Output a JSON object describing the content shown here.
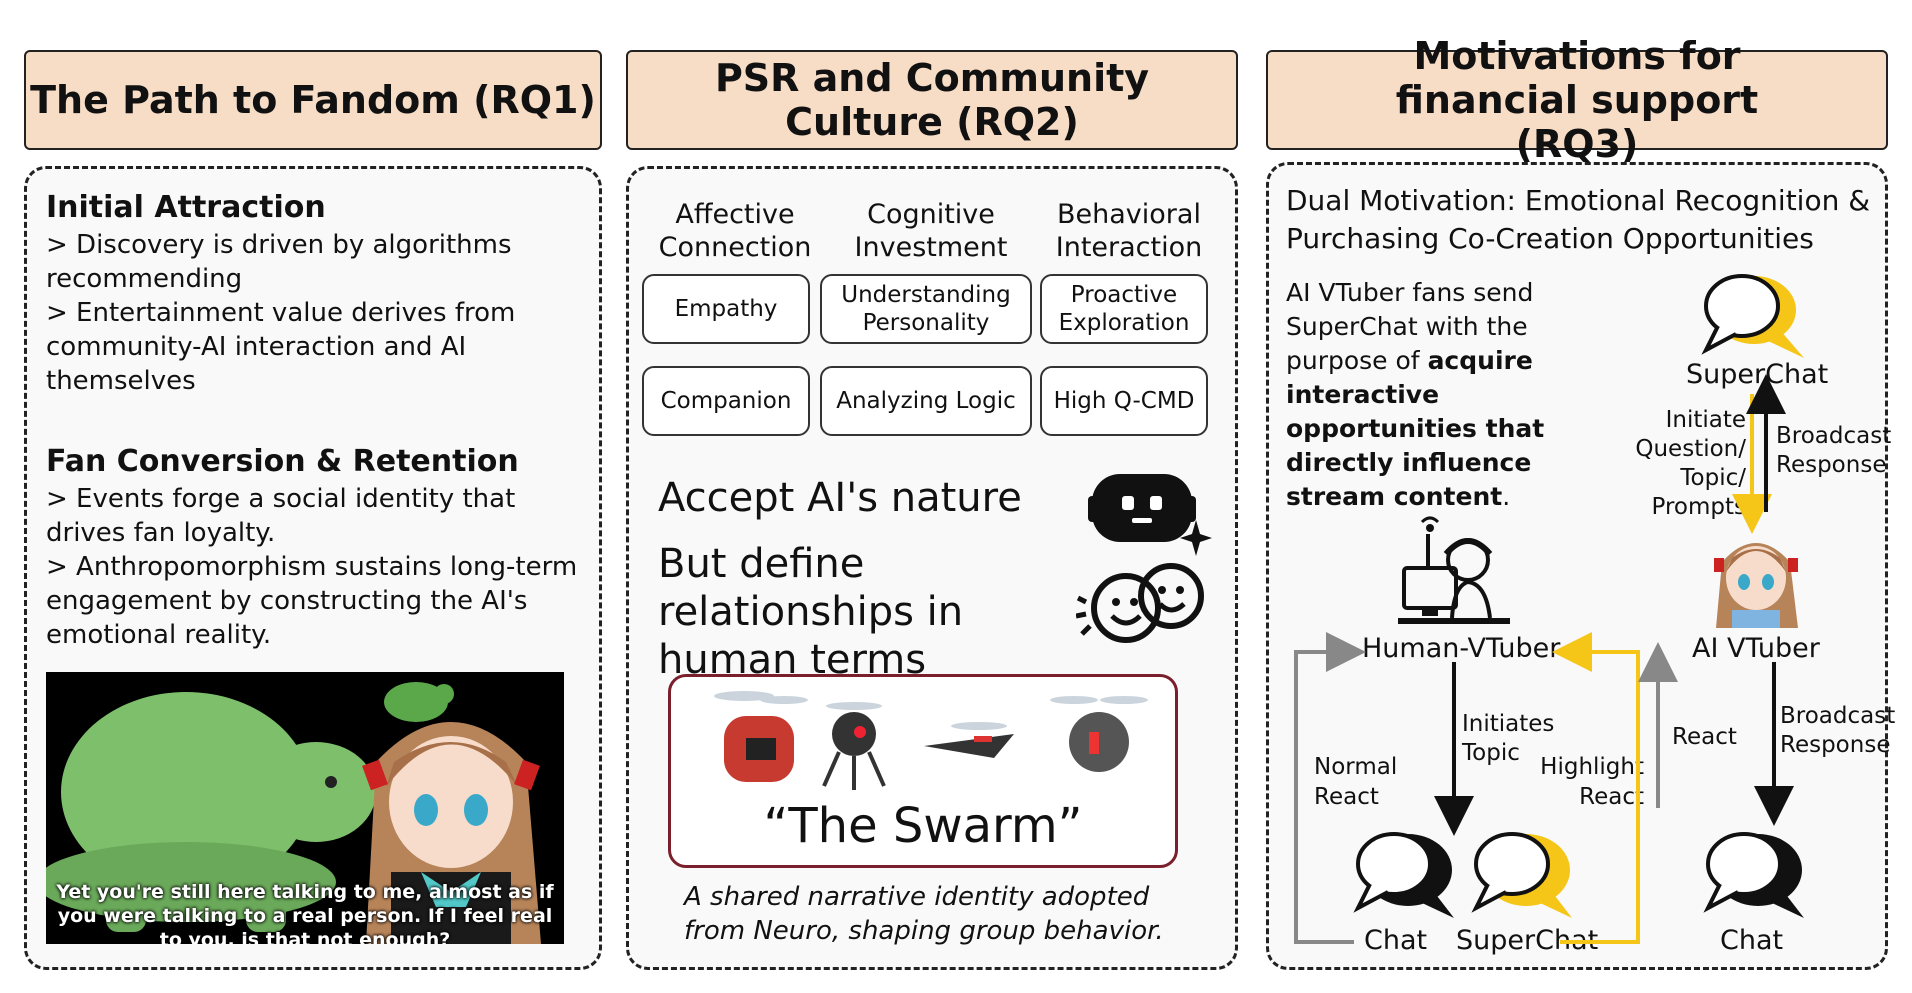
{
  "headers": {
    "rq1": "The Path to Fandom (RQ1)",
    "rq2": "PSR and Community Culture (RQ2)",
    "rq3": "Motivations for financial support (RQ3)"
  },
  "rq1": {
    "initial_title": "Initial Attraction",
    "initial_1": "> Discovery is driven by algorithms recommending",
    "initial_2": "> Entertainment value derives from community-AI interaction and AI themselves",
    "conversion_title": "Fan Conversion & Retention",
    "conversion_1": "> Events forge a social identity that drives fan loyalty.",
    "conversion_2": "> Anthropomorphism sustains long-term engagement by constructing the AI's emotional reality.",
    "caption": "Yet you're still here talking to me, almost as if you were talking to a real person. If I feel real to you, is that not enough?"
  },
  "rq2": {
    "col_affective": "Affective Connection",
    "col_cognitive": "Cognitive Investment",
    "col_behavioral": "Behavioral Interaction",
    "empathy": "Empathy",
    "understanding": "Understanding Personality",
    "proactive": "Proactive Exploration",
    "companion": "Companion",
    "analyzing": "Analyzing Logic",
    "qcmd": "High Q-CMD",
    "accept": "Accept AI's nature",
    "define": "But define relationships in human terms",
    "swarm": "“The Swarm”",
    "swarm_caption": "A shared narrative identity adopted from Neuro, shaping group behavior."
  },
  "rq3": {
    "dual_title": "Dual Motivation: Emotional Recognition & Purchasing Co-Creation Opportunities",
    "desc_plain": "AI VTuber fans send SuperChat with the purpose of ",
    "desc_bold": "acquire interactive opportunities that directly influence stream content",
    "desc_end": ".",
    "superchat_top": "SuperChat",
    "initiate": "Initiate Question/ Topic/ Prompts",
    "broadcast_top": "Broadcast Response",
    "human_vtuber": "Human-VTuber",
    "ai_vtuber": "AI VTuber",
    "initiates_topic": "Initiates Topic",
    "normal_react": "Normal React",
    "highlight_react": "Highlight React",
    "react": "React",
    "broadcast_bottom": "Broadcast Response",
    "chat_left": "Chat",
    "superchat_bottom": "SuperChat",
    "chat_right": "Chat"
  },
  "colors": {
    "header_fill": "#f7dcc6",
    "accent_yellow": "#f5c518",
    "swarm_border": "#7a1f2b",
    "arrow_gray": "#888888"
  },
  "icons": [
    "chat-bubble-icon",
    "robot-icon",
    "smiley-faces-icon",
    "streamer-icon",
    "drone-icon",
    "anime-avatar-icon",
    "turtle-icon"
  ]
}
